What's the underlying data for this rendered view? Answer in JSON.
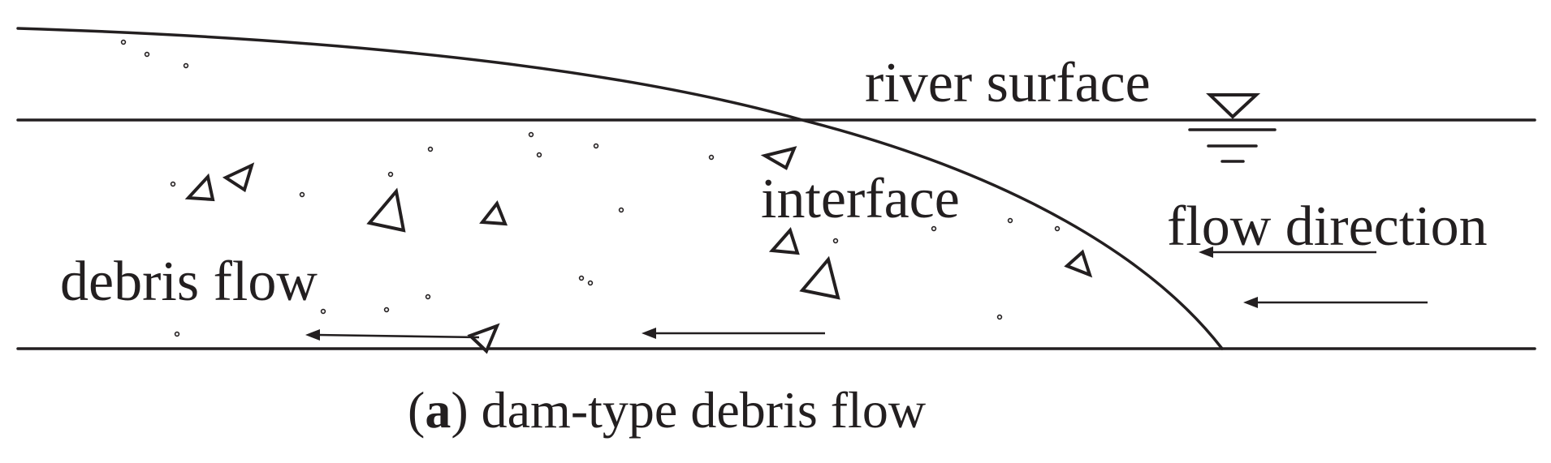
{
  "labels": {
    "river_surface": "river surface",
    "interface": "interface",
    "flow_direction": "flow direction",
    "debris_flow": "debris flow"
  },
  "caption": {
    "open_paren": "(",
    "letter": "a",
    "rest": ") dam-type debris flow"
  },
  "icons": {
    "water_level": "water-level-symbol"
  },
  "colors": {
    "ink": "#231f20",
    "background": "#ffffff"
  }
}
